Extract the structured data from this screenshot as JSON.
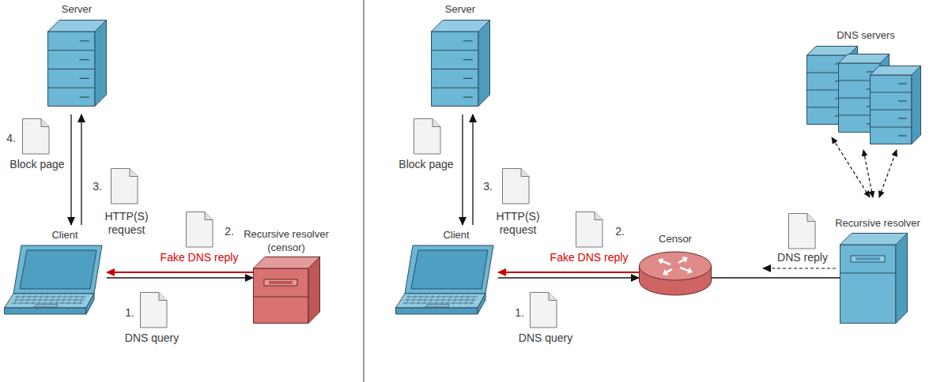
{
  "diagram": {
    "nodes": [
      {
        "text": [
          "Server"
        ]
      },
      {
        "text": [
          "Client"
        ]
      },
      {
        "text": [
          "Recursive resolver (censor)"
        ]
      },
      {
        "text": [
          "Server"
        ]
      },
      {
        "text": [
          "Client"
        ]
      },
      {
        "text": [
          "Censor"
        ]
      },
      {
        "text": [
          "DNS servers"
        ]
      },
      {
        "text": [
          "Recursive resolver"
        ]
      }
    ],
    "edges": [
      {
        "from": 0,
        "to": 1,
        "arrow": "to",
        "label": "Block page"
      },
      {
        "from": 1,
        "to": 0,
        "arrow": "to",
        "label": "HTTP(S) request"
      },
      {
        "from": 1,
        "to": 2,
        "arrow": "to",
        "label": "DNS query"
      },
      {
        "from": 2,
        "to": 1,
        "arrow": "to",
        "label": "Fake DNS reply"
      },
      {
        "from": 3,
        "to": 4,
        "arrow": "to",
        "label": "Block page"
      },
      {
        "from": 4,
        "to": 3,
        "arrow": "to",
        "label": "HTTP(S) request"
      },
      {
        "from": 4,
        "to": 5,
        "arrow": "to",
        "label": "DNS query"
      },
      {
        "from": 5,
        "to": 4,
        "arrow": "to",
        "label": "Fake DNS reply"
      },
      {
        "from": 5,
        "to": 7,
        "arrow": "none"
      },
      {
        "from": 7,
        "to": 5,
        "arrow": "to",
        "label": "DNS reply"
      },
      {
        "from": 7,
        "to": 6,
        "arrow": "both"
      }
    ],
    "labels": [
      "4.",
      "3.",
      "2.",
      "1.",
      "3.",
      "2.",
      "1."
    ]
  }
}
